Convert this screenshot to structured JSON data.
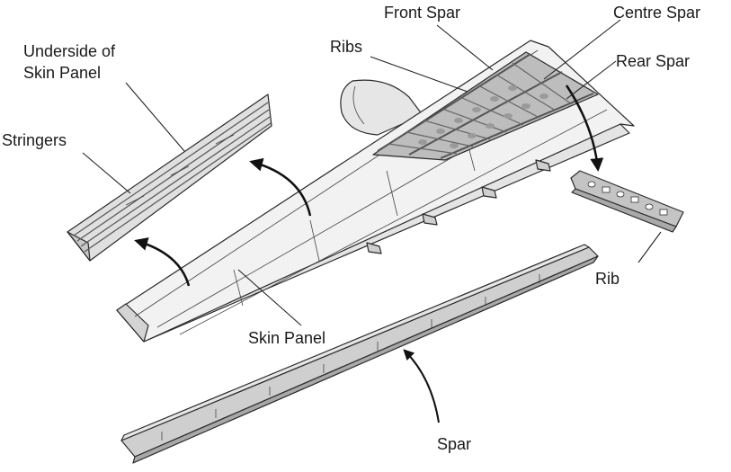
{
  "labels": {
    "front_spar": "Front Spar",
    "centre_spar": "Centre Spar",
    "rear_spar": "Rear Spar",
    "ribs": "Ribs",
    "underside_line1": "Underside of",
    "underside_line2": "Skin Panel",
    "stringers": "Stringers",
    "rib": "Rib",
    "skin_panel": "Skin Panel",
    "spar": "Spar"
  },
  "colors": {
    "skin": "#f1f1f1",
    "skin_shade": "#d9d9d9",
    "structure": "#bdbdbd",
    "structure_dark": "#8f8f8f",
    "line": "#222222"
  }
}
